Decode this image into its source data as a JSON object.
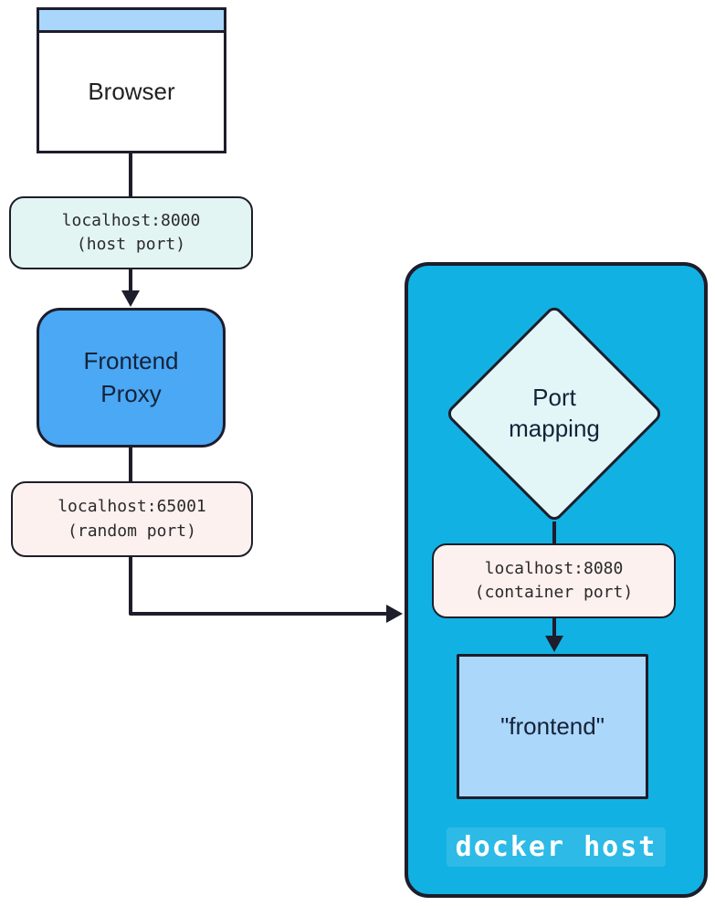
{
  "diagram": {
    "nodes": {
      "browser": {
        "label": "Browser"
      },
      "frontend_proxy": {
        "label_line1": "Frontend",
        "label_line2": "Proxy"
      },
      "port_mapping": {
        "label_line1": "Port",
        "label_line2": "mapping"
      },
      "frontend_container": {
        "label": "\"frontend\""
      },
      "docker_host": {
        "label": "docker host"
      }
    },
    "edge_labels": {
      "host_port": {
        "line1": "localhost:8000",
        "line2": "(host port)"
      },
      "random_port": {
        "line1": "localhost:65001",
        "line2": "(random port)"
      },
      "container_port": {
        "line1": "localhost:8080",
        "line2": "(container port)"
      }
    },
    "colors": {
      "browser_titlebar": "#aad6fb",
      "browser_body": "#ffffff",
      "frontend_proxy_fill": "#4aa8f5",
      "docker_host_fill": "#12b1e3",
      "diamond_fill": "#e2f6f8",
      "cyan_label_fill": "#e3f5f3",
      "pink_label_fill": "#fcf1ef",
      "frontend_container_fill": "#abd7fb",
      "stroke": "#1d1d2b",
      "text_dark": "#222222",
      "text_white": "#ffffff"
    }
  }
}
